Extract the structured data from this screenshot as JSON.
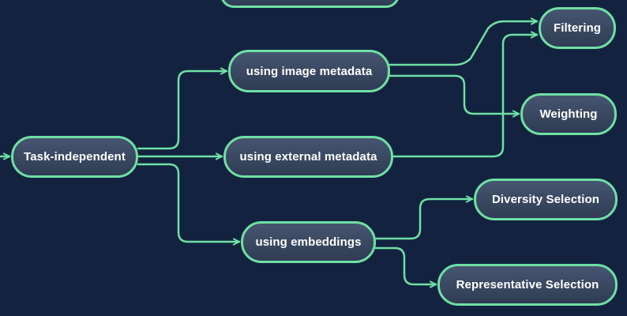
{
  "diagram": {
    "nodes": {
      "top_partial": "",
      "task_independent": "Task-independent",
      "image_metadata": "using image metadata",
      "external_metadata": "using external metadata",
      "embeddings": "using embeddings",
      "filtering": "Filtering",
      "weighting": "Weighting",
      "diversity_selection": "Diversity Selection",
      "representative_selection": "Representative Selection"
    },
    "colors": {
      "background": "#13233f",
      "edge": "#6fe0a4",
      "node_border": "#6fe0a4",
      "node_fill_top": "#465570",
      "node_fill_bottom": "#2f3c54",
      "text": "#ffffff"
    }
  }
}
